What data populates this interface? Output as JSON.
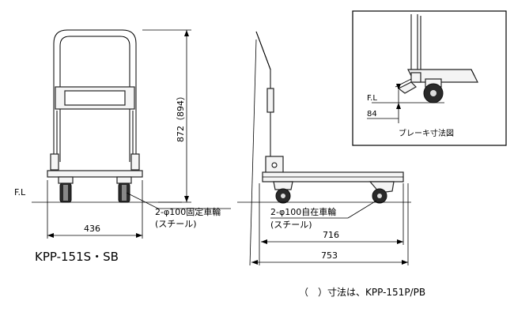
{
  "front_view": {
    "dim_height": "872（894）",
    "dim_width": "436",
    "floor_label": "F.L",
    "wheel_note_line1": "2-φ100固定車輪",
    "wheel_note_line2": "(スチール)"
  },
  "side_view": {
    "wheel_note_line1": "2-φ100自在車輪",
    "wheel_note_line2": "(スチール)",
    "dim_inner": "716",
    "dim_outer": "753"
  },
  "inset": {
    "floor_label": "F.L",
    "dim_brake": "84",
    "caption": "ブレーキ寸法図"
  },
  "model_name": "KPP-151S・SB",
  "footnote": "（　）寸法は、KPP-151P/PB"
}
